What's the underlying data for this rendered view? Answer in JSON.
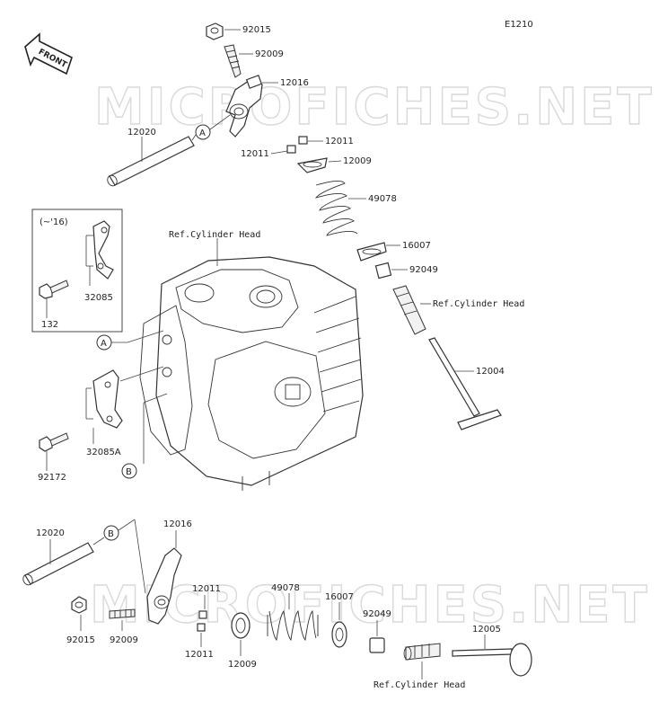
{
  "diagram_code": "E1210",
  "watermark": "MICROFICHES.NET",
  "front_label": "FRONT",
  "callouts": {
    "a": "A",
    "b": "B"
  },
  "inset": {
    "year_note": "(~'16)",
    "part_bolt": "132",
    "part_plate": "32085"
  },
  "upper_assembly": {
    "p92015": "92015",
    "p92009": "92009",
    "p12016": "12016",
    "p12020": "12020",
    "p12011a": "12011",
    "p12011b": "12011",
    "p12009": "12009",
    "p49078": "49078",
    "p16007": "16007",
    "p92049": "92049",
    "ref_guide": "Ref.Cylinder Head",
    "p12004": "12004",
    "ref_head": "Ref.Cylinder Head",
    "p32085a": "32085A",
    "p92172": "92172"
  },
  "lower_assembly": {
    "p12020": "12020",
    "p12016": "12016",
    "p12011a": "12011",
    "p12011b": "12011",
    "p92015": "92015",
    "p92009": "92009",
    "p12009": "12009",
    "p49078": "49078",
    "p16007": "16007",
    "p92049": "92049",
    "p12005": "12005",
    "ref_guide": "Ref.Cylinder Head"
  }
}
